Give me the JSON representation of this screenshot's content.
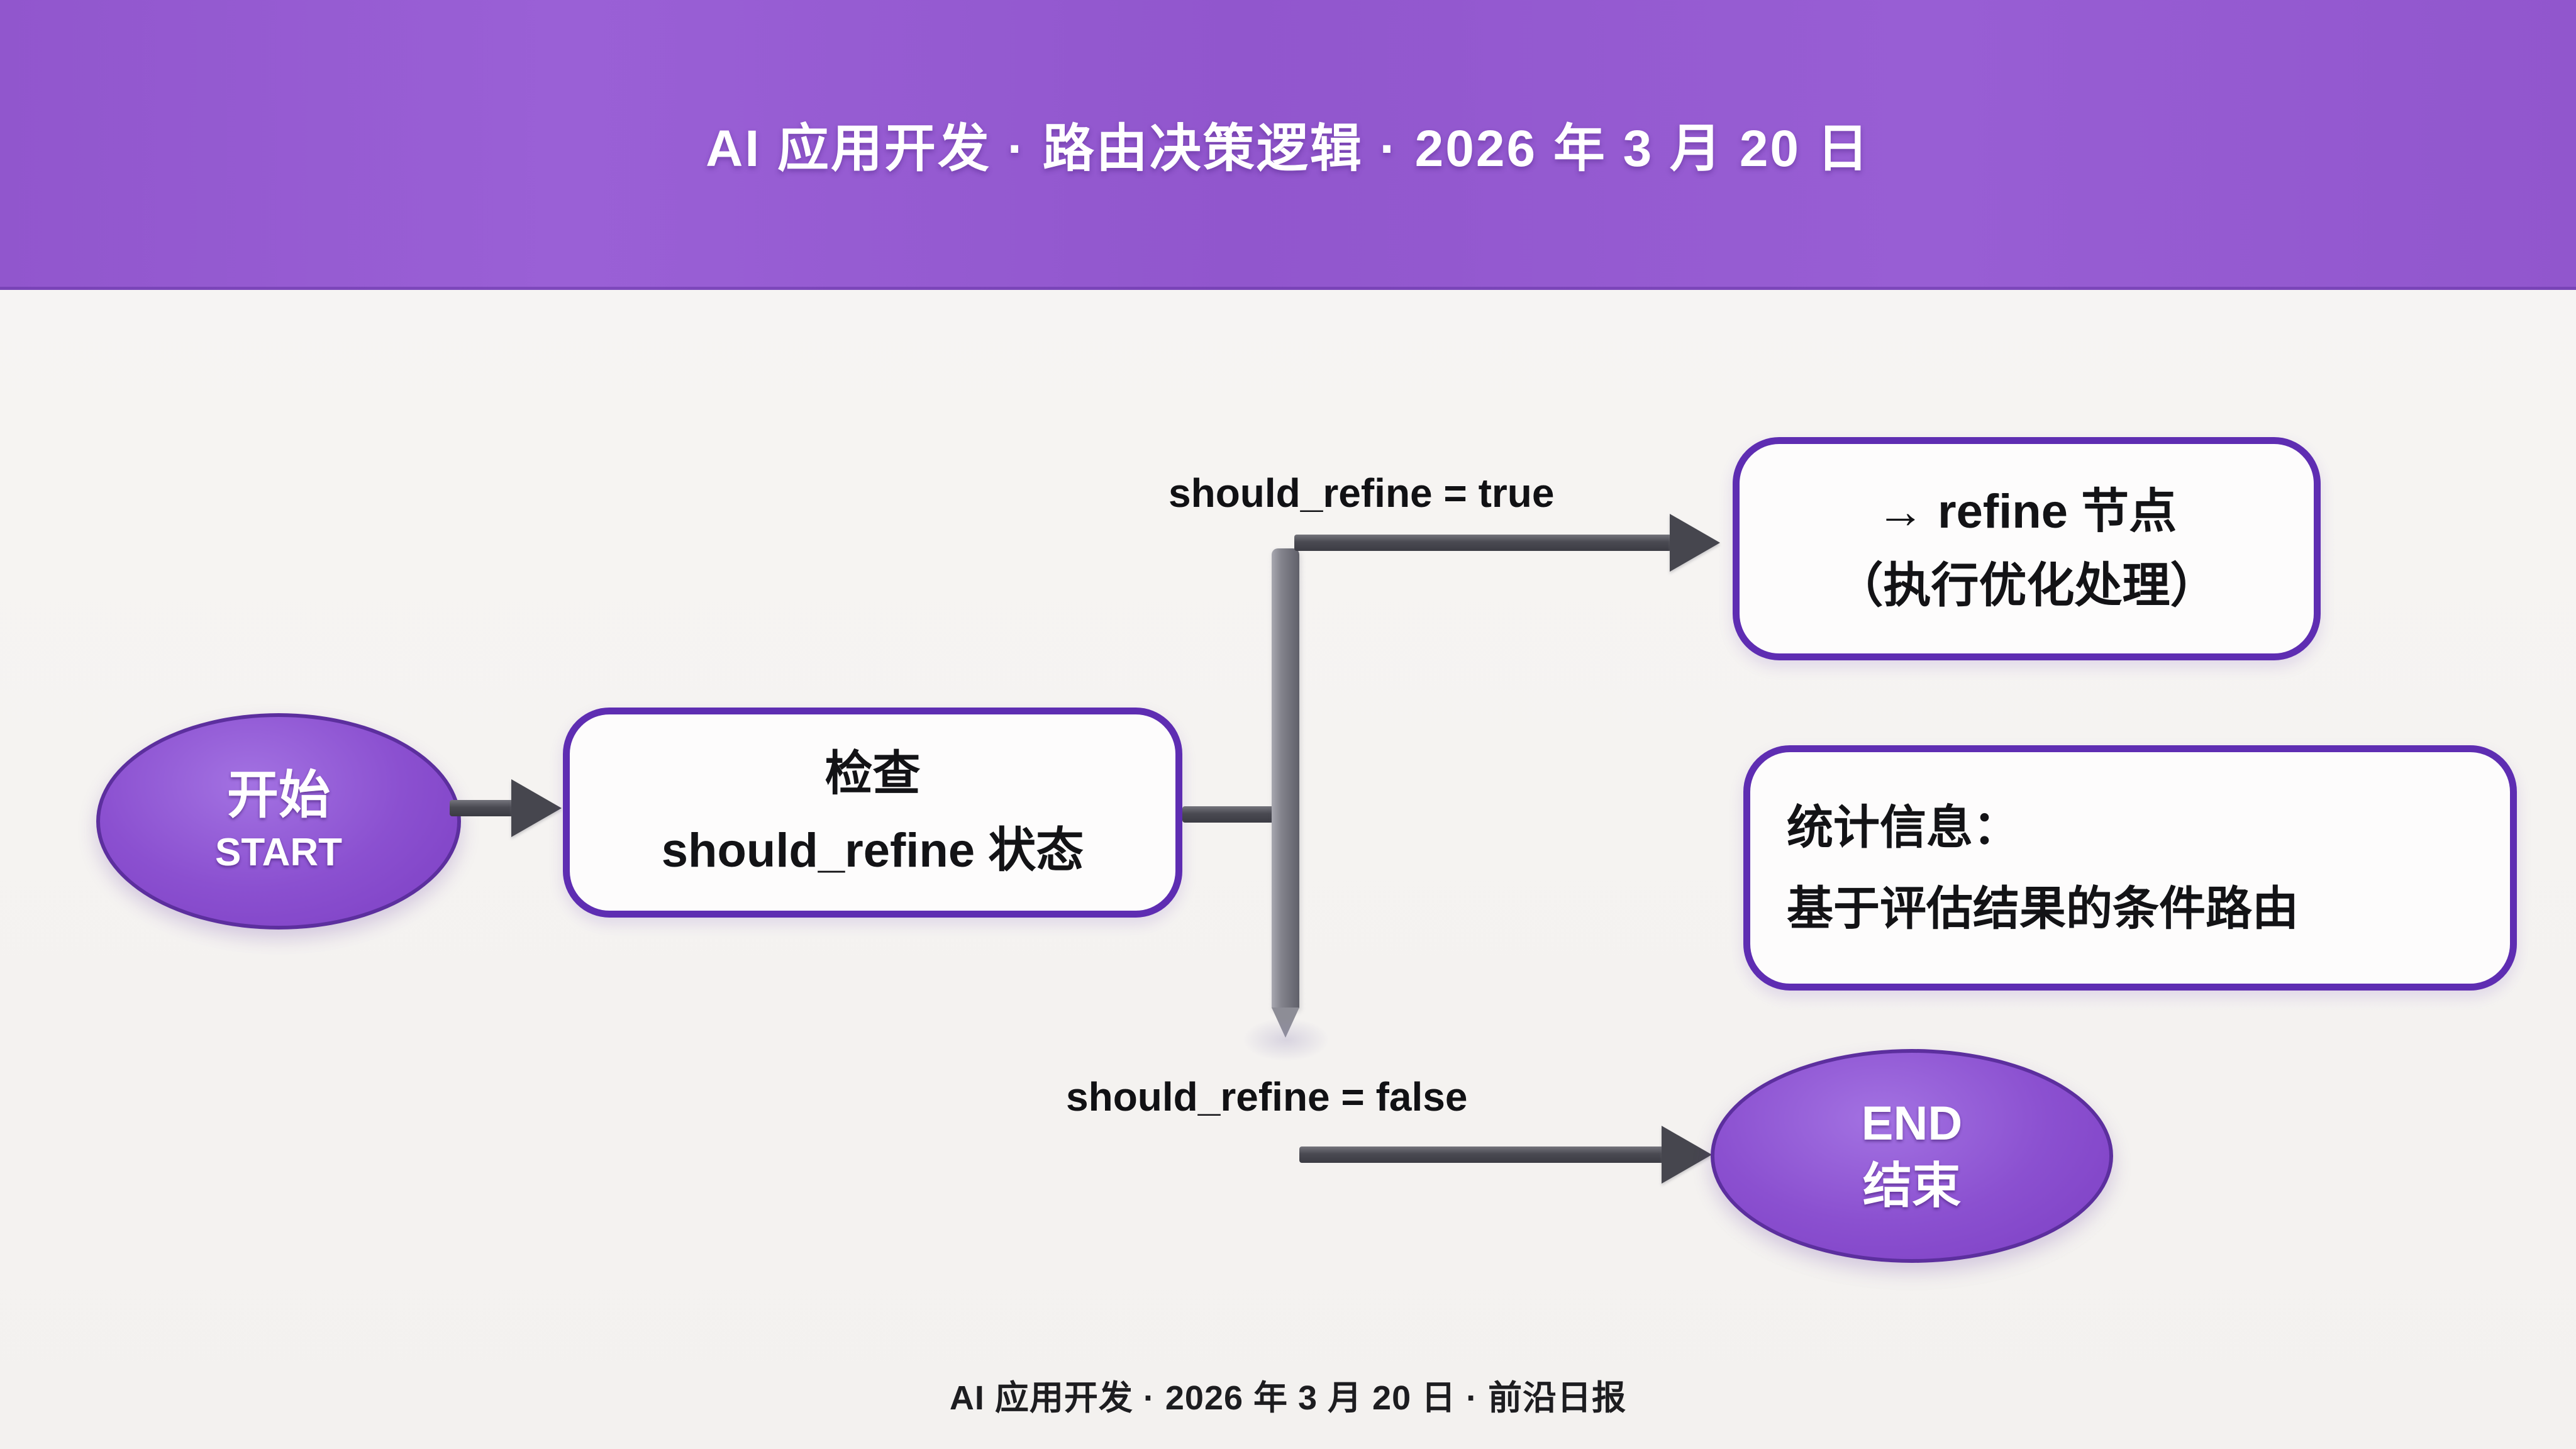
{
  "header": {
    "title": "AI 应用开发 · 路由决策逻辑 · 2026 年 3 月 20 日"
  },
  "flow": {
    "start_node": {
      "title": "开始",
      "subtitle": "START"
    },
    "decision_node": {
      "line1": "检查",
      "line2": "should_refine 状态"
    },
    "true_branch": {
      "condition": "should_refine = true"
    },
    "refine_node": {
      "line1": "→ refine 节点",
      "line2": "（执行优化处理）"
    },
    "false_branch": {
      "condition": "should_refine = false"
    },
    "end_node": {
      "title": "END",
      "subtitle": "结束"
    },
    "note_node": {
      "line1": "统计信息：",
      "line2": "基于评估结果的条件路由"
    }
  },
  "footer": {
    "text": "AI 应用开发 · 2026 年 3 月 20 日 · 前沿日报"
  },
  "colors": {
    "banner_purple": "#9459d0",
    "node_fill_purple": "#8b50d0",
    "node_border_purple": "#5e2db2",
    "box_fill": "#fdfcfc",
    "arrow_gray": "#46464e",
    "connector_gray": "#83838c",
    "background": "#f5f3f1",
    "text_dark": "#131316",
    "text_light": "#ffffff"
  }
}
